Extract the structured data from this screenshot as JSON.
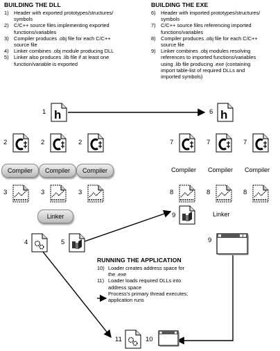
{
  "dll": {
    "title": "BUILDING THE DLL",
    "steps": [
      {
        "n": "1)",
        "text": [
          "Header with exported prototypes/structures/",
          "symbols"
        ]
      },
      {
        "n": "2)",
        "text": [
          "C/C++ source files implementing exported",
          "functions/variables"
        ]
      },
      {
        "n": "3)",
        "text": [
          "Compiler produces .obj file for each C/C++",
          "source file"
        ]
      },
      {
        "n": "4)",
        "text": [
          "Linker combines .obj module producing DLL"
        ]
      },
      {
        "n": "5)",
        "text": [
          "Linker also produces .lib file if at least one",
          "function/variable is exported"
        ]
      }
    ]
  },
  "exe": {
    "title": "BUILDING THE EXE",
    "steps": [
      {
        "n": "6)",
        "text": [
          "Header with imported prototypes/structures/",
          "symbols"
        ]
      },
      {
        "n": "7)",
        "text": [
          "C/C++ source files referencing imported",
          "functions/variables"
        ]
      },
      {
        "n": "8)",
        "text": [
          "Compiler produces .obj file for each C/C++",
          "source file"
        ]
      },
      {
        "n": "9)",
        "text": [
          "Linker combines .obj modules resolving",
          "references to imported functions/variables",
          "using .lib file producing .exe (containing",
          "import table-list of required DLLs and",
          "imported symbols)"
        ]
      }
    ]
  },
  "run": {
    "title": "RUNNING THE APPLICATION",
    "steps": [
      {
        "n": "10)",
        "text": [
          "Loader creates address space for",
          "the .exe"
        ]
      },
      {
        "n": "11)",
        "text": [
          "Loader loads required DLLs into",
          "address space"
        ]
      },
      {
        "n": "",
        "text": [
          "Process's primary thread executes;",
          "application runs"
        ]
      }
    ]
  },
  "labels": {
    "compiler": "Compiler",
    "linker": "Linker",
    "n1": "1",
    "n2": "2",
    "n3": "3",
    "n4": "4",
    "n5": "5",
    "n6": "6",
    "n7": "7",
    "n8": "8",
    "n9": "9",
    "n10": "10",
    "n11": "11",
    "h": "h"
  }
}
